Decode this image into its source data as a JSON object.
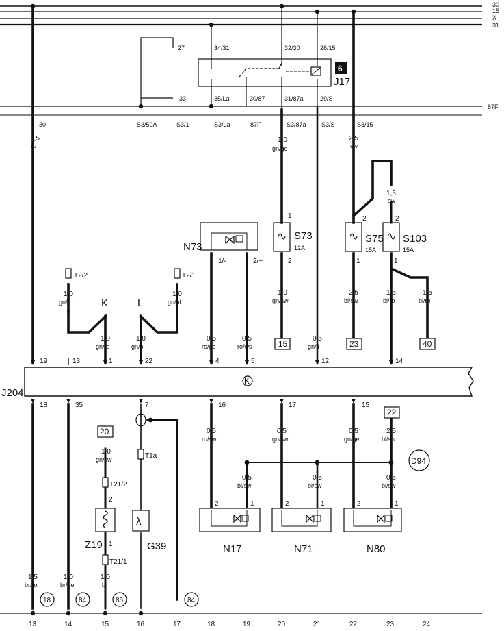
{
  "rails": {
    "r30": "30",
    "r15": "15",
    "rx": "X",
    "r31": "31",
    "r87f": "87F"
  },
  "relay": {
    "number": "6",
    "name": "J17",
    "pins_top": [
      "27",
      "34/31",
      "32/30",
      "28/15"
    ],
    "pins_bottom": [
      "33",
      "35/La",
      "30/87",
      "31/87a",
      "29/S"
    ]
  },
  "terminals": [
    "30",
    "S3/50A",
    "S3/1",
    "S3/La",
    "87F",
    "S3/87a",
    "S3/S",
    "S3/15"
  ],
  "wires": {
    "w30": {
      "size": "1,5",
      "color": "ro"
    },
    "wS73top": {
      "size": "1,0",
      "color": "gn/ge"
    },
    "wS75top": {
      "size": "2,5",
      "color": "sw"
    },
    "wS103top": {
      "size": "1,5",
      "color": "sw"
    },
    "wT22": {
      "size": "1,0",
      "color": "gn/ro"
    },
    "wT21": {
      "size": "1,0",
      "color": "gn/bl"
    },
    "wK": {
      "size": "1,0",
      "color": "gn/ro"
    },
    "wL": {
      "size": "1,0",
      "color": "gn/bl"
    },
    "wN73a": {
      "size": "0,5",
      "color": "ro/ge"
    },
    "wN73b": {
      "size": "0,5",
      "color": "ro/ws"
    },
    "wS73bot": {
      "size": "1,0",
      "color": "gn/sw"
    },
    "wli": {
      "size": "0,5",
      "color": "gn/li"
    },
    "wS75bot": {
      "size": "2,5",
      "color": "bl/sw"
    },
    "wS103a": {
      "size": "1,5",
      "color": "bl/ro"
    },
    "wS103b": {
      "size": "1,5",
      "color": "bl/ro"
    },
    "wZ19": {
      "size": "1,0",
      "color": "gn/sw"
    },
    "wN17": {
      "size": "0,5",
      "color": "ro/sw"
    },
    "wN71": {
      "size": "0,5",
      "color": "gn/sw"
    },
    "wN80": {
      "size": "0,5",
      "color": "gn/ge"
    },
    "w22": {
      "size": "2,5",
      "color": "bl/sw"
    },
    "wD1": {
      "size": "0,5",
      "color": "bl/sw"
    },
    "wD2": {
      "size": "0,5",
      "color": "bl/sw"
    },
    "wD3": {
      "size": "0,5",
      "color": "bl/sw"
    },
    "wB13": {
      "size": "1,5",
      "color": "br/ro"
    },
    "wB14": {
      "size": "1,0",
      "color": "br/ge"
    },
    "wB15": {
      "size": "1,0",
      "color": "br"
    }
  },
  "fuses": {
    "S73": {
      "name": "S73",
      "rating": "12A"
    },
    "S75": {
      "name": "S75",
      "rating": "15A"
    },
    "S103": {
      "name": "S103",
      "rating": "15A"
    }
  },
  "pins": {
    "p1": "1",
    "p2": "2",
    "p1m": "1/-",
    "p2p": "2/+",
    "p4": "4",
    "p5": "5",
    "p12": "12",
    "p13": "13",
    "p14": "14",
    "p15": "15",
    "p16": "16",
    "p17": "17",
    "p18": "18",
    "p19": "19",
    "p22": "22",
    "p35": "35",
    "p7": "7"
  },
  "connectors": {
    "T22": "T2/2",
    "T21": "T2/1",
    "T1a": "T1a",
    "T212": "T21/2",
    "T211": "T21/1"
  },
  "components": {
    "N73": "N73",
    "K": "K",
    "L": "L",
    "J204": "J204",
    "Kmark": "K",
    "Z19": "Z19",
    "G39": "G39",
    "lambda": "λ",
    "N17": "N17",
    "N71": "N71",
    "N80": "N80",
    "D94": "D94"
  },
  "refs": {
    "b15": "15",
    "b23": "23",
    "b40": "40",
    "b20": "20",
    "b22": "22",
    "c18": "18",
    "c84a": "84",
    "c85": "85",
    "c84b": "84"
  },
  "columns": [
    "13",
    "14",
    "15",
    "16",
    "17",
    "18",
    "19",
    "20",
    "21",
    "22",
    "23",
    "24"
  ]
}
